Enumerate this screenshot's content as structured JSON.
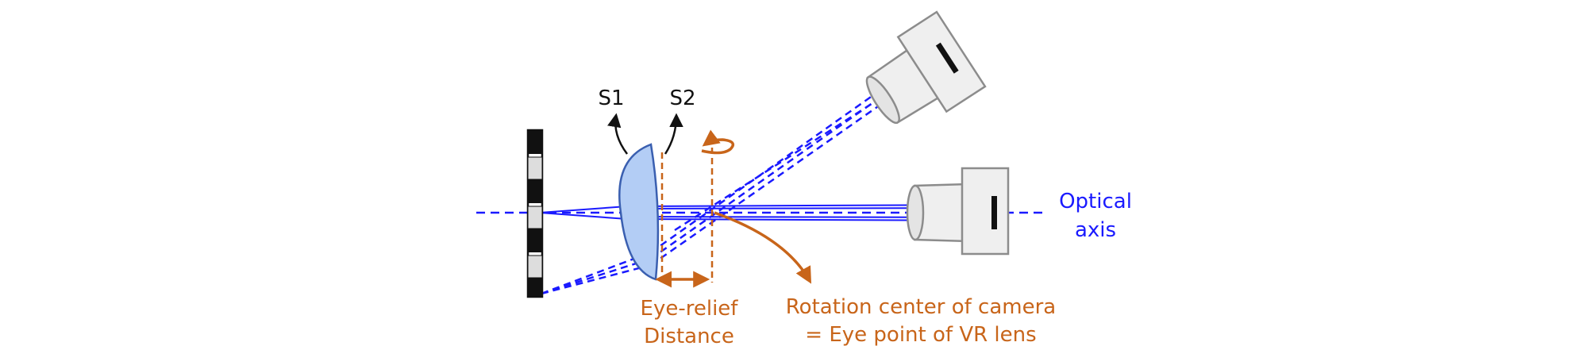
{
  "labels": {
    "s1": "S1",
    "s2": "S2",
    "optical_axis_line1": "Optical",
    "optical_axis_line2": "axis",
    "eye_relief_line1": "Eye-relief",
    "eye_relief_line2": "Distance",
    "rotation_line1": "Rotation center of camera",
    "rotation_line2": "= Eye point of VR lens"
  },
  "colors": {
    "ray_blue": "#1a1aff",
    "annotation_orange": "#c8651a",
    "lens_fill": "#b3cdf5",
    "lens_stroke": "#3a5fb0",
    "camera_fill": "#efefef",
    "camera_stroke": "#8c8c8c",
    "text_black": "#111111"
  },
  "icons": {
    "display_target": "checker-target-icon",
    "lens": "vr-lens-icon",
    "camera_straight": "camera-icon",
    "camera_rotated": "camera-rotated-icon",
    "rotation_arrow": "rotation-arrow-icon"
  }
}
